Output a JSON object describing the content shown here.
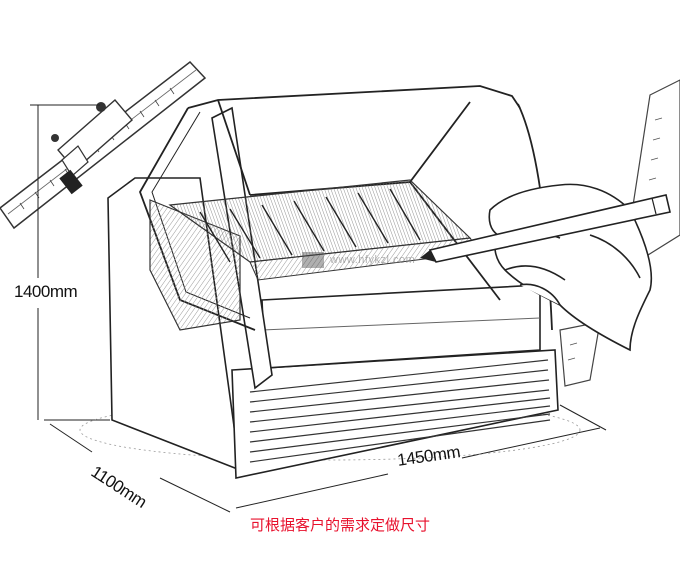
{
  "dimensions": {
    "height": "1400mm",
    "depth": "1100mm",
    "width": "1450mm"
  },
  "caption": "可根据客户的需求定做尺寸",
  "watermark": "www.hfykzl.com",
  "colors": {
    "caption": "#e8112d",
    "line": "#222222",
    "sketch": "#555555"
  },
  "icons": [
    "ruler-icon",
    "pencil-icon",
    "hand-icon"
  ]
}
